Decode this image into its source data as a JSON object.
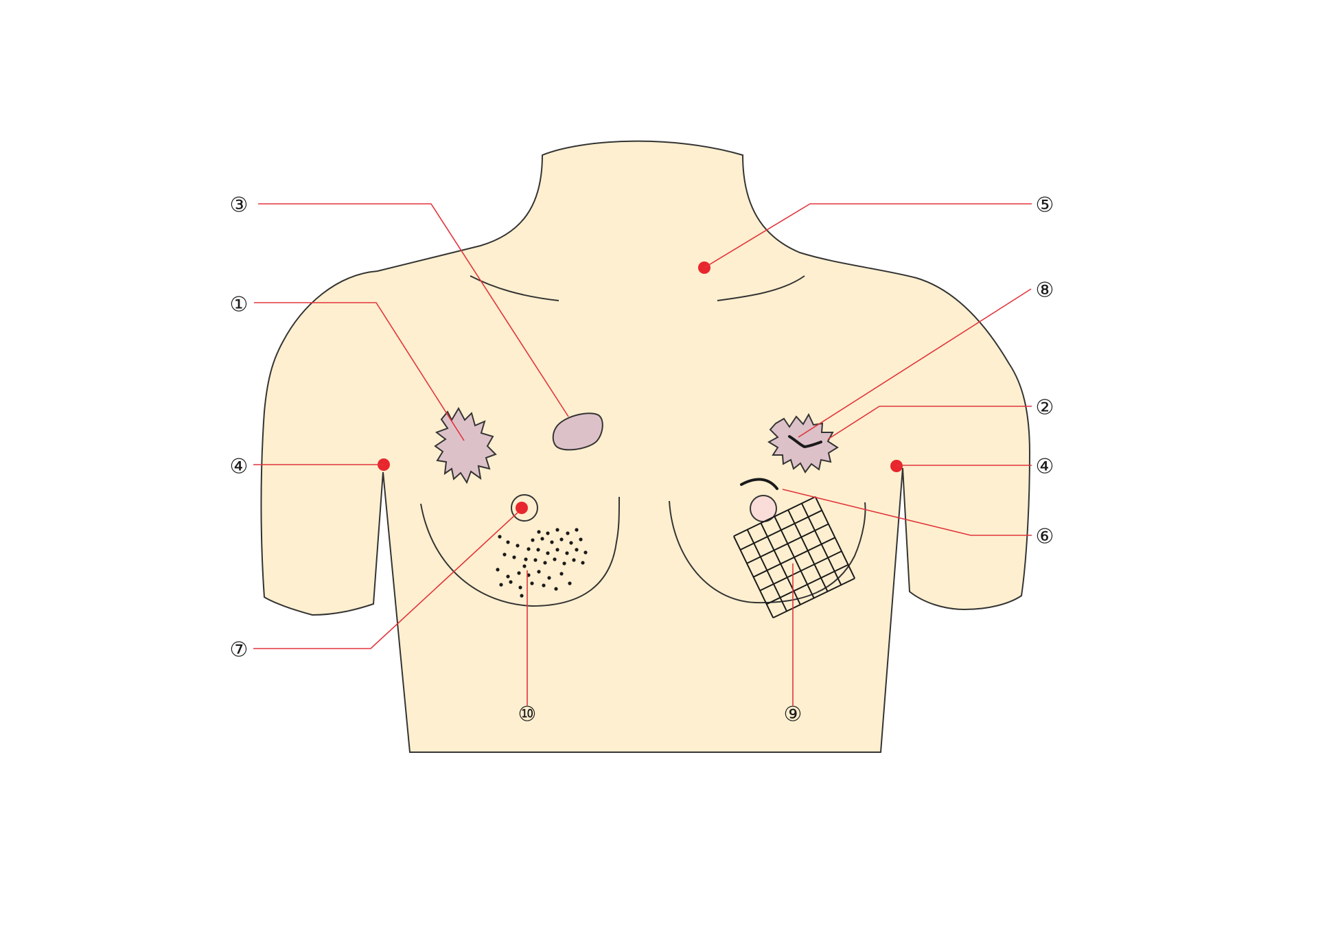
{
  "colors": {
    "skin": "#fdefcf",
    "outline": "#333333",
    "lesion": "#ddc1c9",
    "callout_line": "#e2333a",
    "marker": "#e8262d",
    "texture": "#1a1a1a"
  },
  "callouts": [
    {
      "id": "callout-1",
      "label": "①"
    },
    {
      "id": "callout-2",
      "label": "②"
    },
    {
      "id": "callout-3",
      "label": "③"
    },
    {
      "id": "callout-4-left",
      "label": "④"
    },
    {
      "id": "callout-4-right",
      "label": "④"
    },
    {
      "id": "callout-5",
      "label": "⑤"
    },
    {
      "id": "callout-6",
      "label": "⑥"
    },
    {
      "id": "callout-7",
      "label": "⑦"
    },
    {
      "id": "callout-8",
      "label": "⑧"
    },
    {
      "id": "callout-9",
      "label": "⑨"
    },
    {
      "id": "callout-10",
      "label": "⑩"
    }
  ]
}
